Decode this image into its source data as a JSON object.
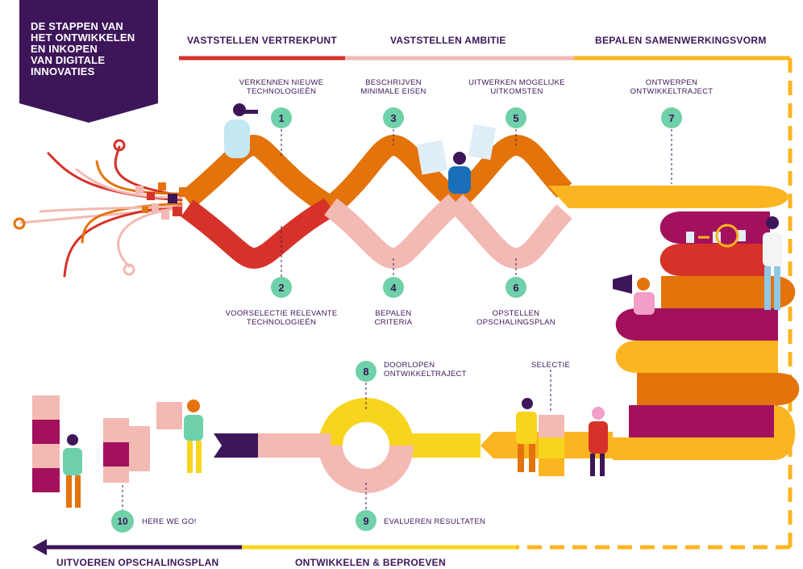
{
  "title": "DE STAPPEN VAN\nHET ONTWIKKELEN\nEN INKOPEN\nVAN DIGITALE\nINNOVATIES",
  "phases": {
    "top": [
      {
        "label": "VASTSTELLEN VERTREKPUNT",
        "color": "#d6322a"
      },
      {
        "label": "VASTSTELLEN AMBITIE",
        "color": "#f3b9b3"
      },
      {
        "label": "BEPALEN SAMENWERKINGSVORM",
        "color": "#fbb520"
      }
    ],
    "bottom": [
      {
        "label": "UITVOEREN OPSCHALINGSPLAN",
        "color": "#3d1659"
      },
      {
        "label": "ONTWIKKELEN & BEPROEVEN",
        "color": "#f7d51e"
      }
    ]
  },
  "steps": [
    {
      "number": "1",
      "label": "VERKENNEN NIEUWE\nTECHNOLOGIEËN"
    },
    {
      "number": "2",
      "label": "VOORSELECTIE RELEVANTE\nTECHNOLOGIEËN"
    },
    {
      "number": "3",
      "label": "BESCHRIJVEN\nMINIMALE EISEN"
    },
    {
      "number": "4",
      "label": "BEPALEN\nCRITERIA"
    },
    {
      "number": "5",
      "label": "UITWERKEN MOGELIJKE\nUITKOMSTEN"
    },
    {
      "number": "6",
      "label": "OPSTELLEN\nOPSCHALINGSPLAN"
    },
    {
      "number": "7",
      "label": "ONTWERPEN\nONTWIKKELTRAJECT"
    },
    {
      "number": "8",
      "label": "DOORLOPEN\nONTWIKKELTRAJECT"
    },
    {
      "number": "9",
      "label": "EVALUEREN RESULTATEN"
    },
    {
      "number": "10",
      "label": "HERE WE GO!"
    }
  ],
  "selection_label": "SELECTIE",
  "colors": {
    "purple": "#3d1659",
    "red": "#d6322a",
    "orange": "#e3730a",
    "pink": "#f3b9b3",
    "amber": "#fbb520",
    "yellow": "#f7d51e",
    "magenta": "#a3115c",
    "mint": "#6fd1a9"
  }
}
